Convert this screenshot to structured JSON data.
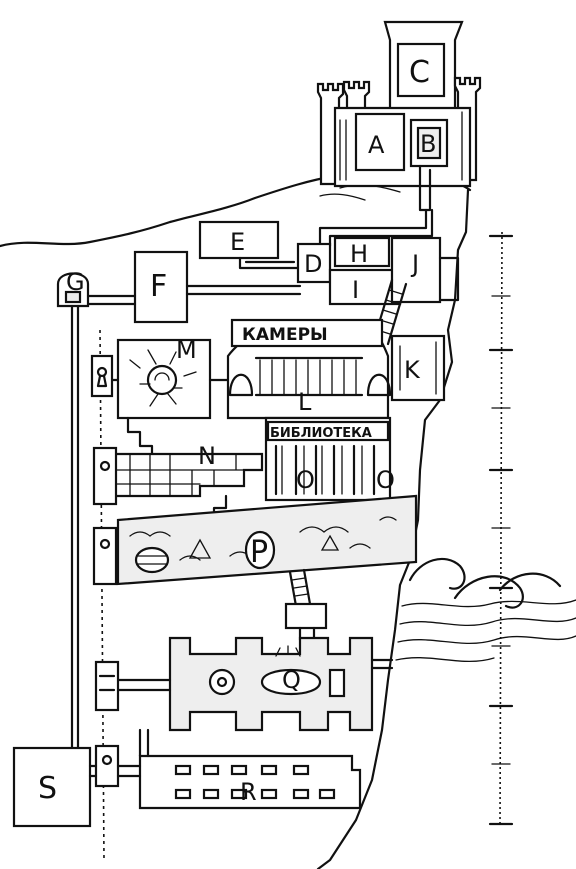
{
  "map": {
    "rooms": [
      "A",
      "B",
      "C",
      "D",
      "E",
      "F",
      "G",
      "H",
      "I",
      "J",
      "K",
      "L",
      "M",
      "N",
      "O",
      "P",
      "Q",
      "R",
      "S"
    ],
    "signs": {
      "cells": "КАМЕРЫ",
      "library": "БИБЛИОТЕКА"
    }
  },
  "colors": {
    "ink": "#111111",
    "paper": "#ffffff",
    "shade": "#eeeeee"
  }
}
